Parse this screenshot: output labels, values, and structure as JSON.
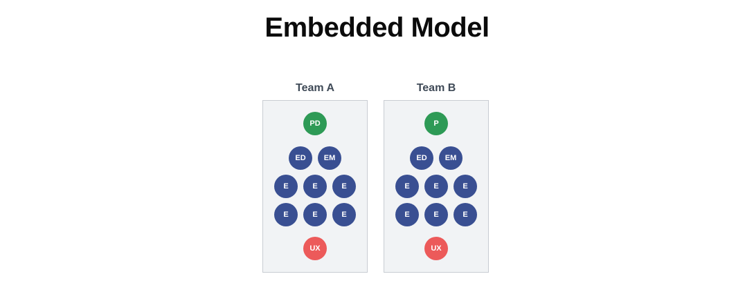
{
  "title": "Embedded Model",
  "colors": {
    "product": "#2e9a56",
    "engineering": "#394f92",
    "design": "#ec5a5a"
  },
  "teams": [
    {
      "label": "Team A",
      "lead": "PD",
      "management": [
        "ED",
        "EM"
      ],
      "engineers_row1": [
        "E",
        "E",
        "E"
      ],
      "engineers_row2": [
        "E",
        "E",
        "E"
      ],
      "design": "UX"
    },
    {
      "label": "Team B",
      "lead": "P",
      "management": [
        "ED",
        "EM"
      ],
      "engineers_row1": [
        "E",
        "E",
        "E"
      ],
      "engineers_row2": [
        "E",
        "E",
        "E"
      ],
      "design": "UX"
    }
  ]
}
